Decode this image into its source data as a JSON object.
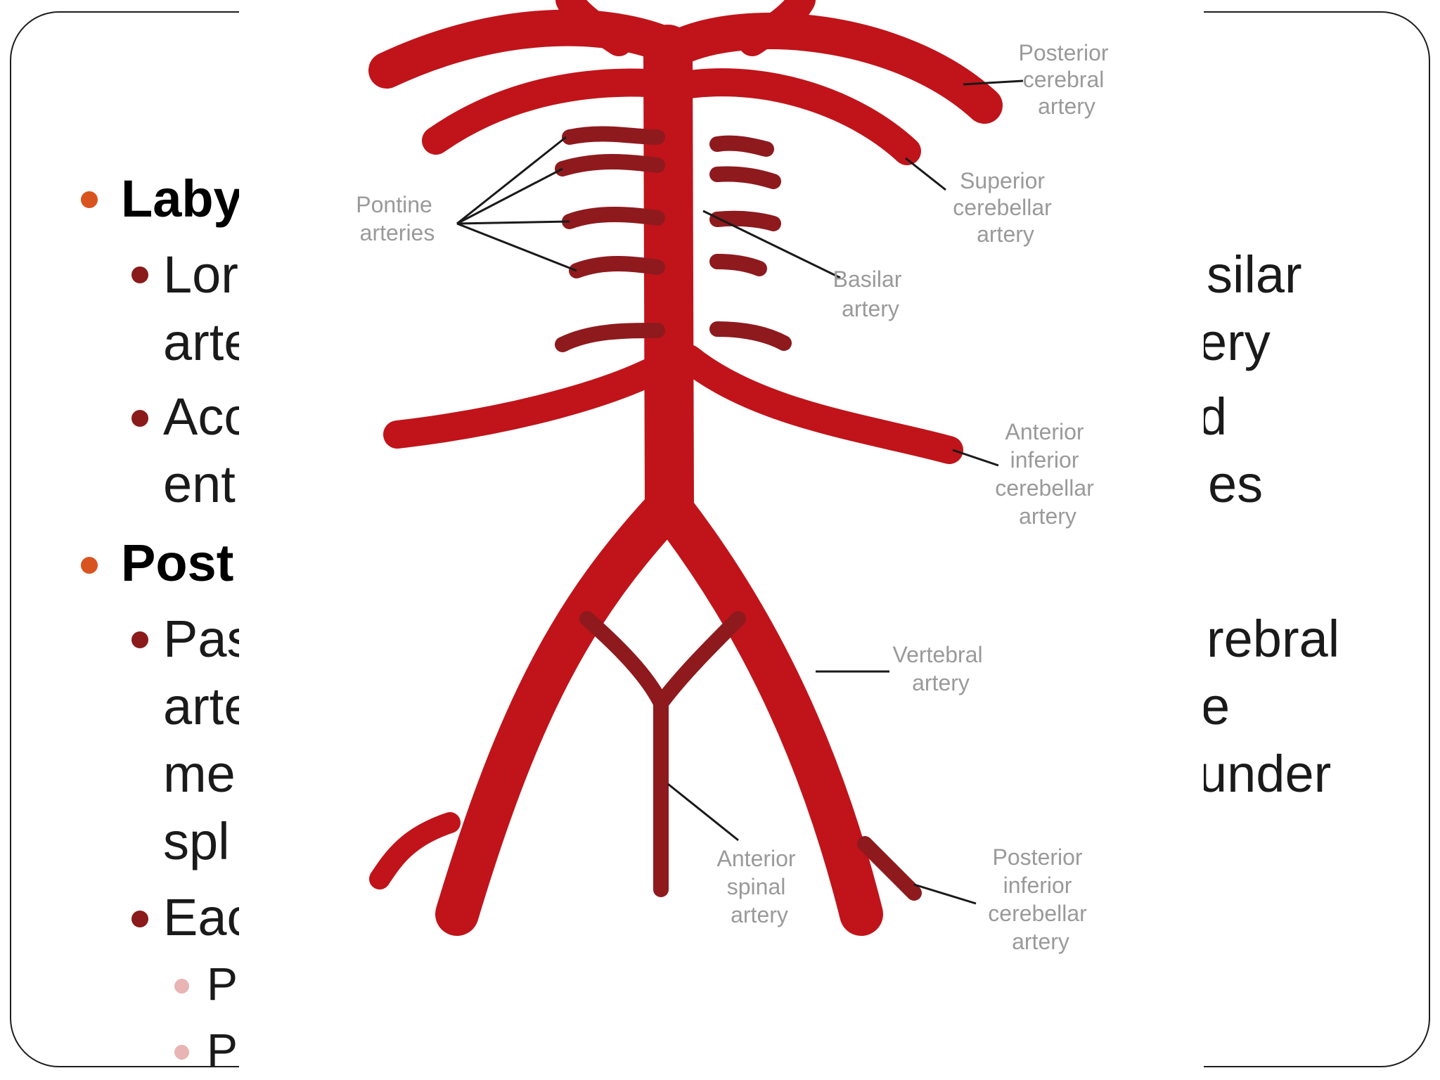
{
  "slide": {
    "bullets": [
      {
        "level": 1,
        "text": "Laby"
      },
      {
        "level": 2,
        "text": "Lor"
      },
      {
        "level": 2,
        "text": "arte",
        "cont": true
      },
      {
        "level": 2,
        "text": "Acc"
      },
      {
        "level": 2,
        "text": "ent",
        "cont": true
      },
      {
        "level": 1,
        "text": "Post"
      },
      {
        "level": 2,
        "text": "Pas"
      },
      {
        "level": 2,
        "text": "arte",
        "cont": true
      },
      {
        "level": 2,
        "text": "me",
        "cont": true
      },
      {
        "level": 2,
        "text": "spl",
        "cont": true
      },
      {
        "level": 2,
        "text": "Eac"
      },
      {
        "level": 3,
        "text": "P"
      },
      {
        "level": 3,
        "text": "P"
      }
    ],
    "right_fragments": [
      "silar",
      "ery",
      "d",
      "es",
      "rebral",
      "e",
      "under"
    ]
  },
  "diagram": {
    "vessel_color": "#c0141a",
    "branch_color": "#8e1a1e",
    "labels": {
      "pca": [
        "Posterior",
        "cerebral",
        "artery"
      ],
      "sca": [
        "Superior",
        "cerebellar",
        "artery"
      ],
      "pontine": [
        "Pontine",
        "arteries"
      ],
      "basilar": [
        "Basilar",
        "artery"
      ],
      "aica": [
        "Anterior",
        "inferior",
        "cerebellar",
        "artery"
      ],
      "vertebral": [
        "Vertebral",
        "artery"
      ],
      "asa": [
        "Anterior",
        "spinal",
        "artery"
      ],
      "pica": [
        "Posterior",
        "inferior",
        "cerebellar",
        "artery"
      ]
    }
  }
}
